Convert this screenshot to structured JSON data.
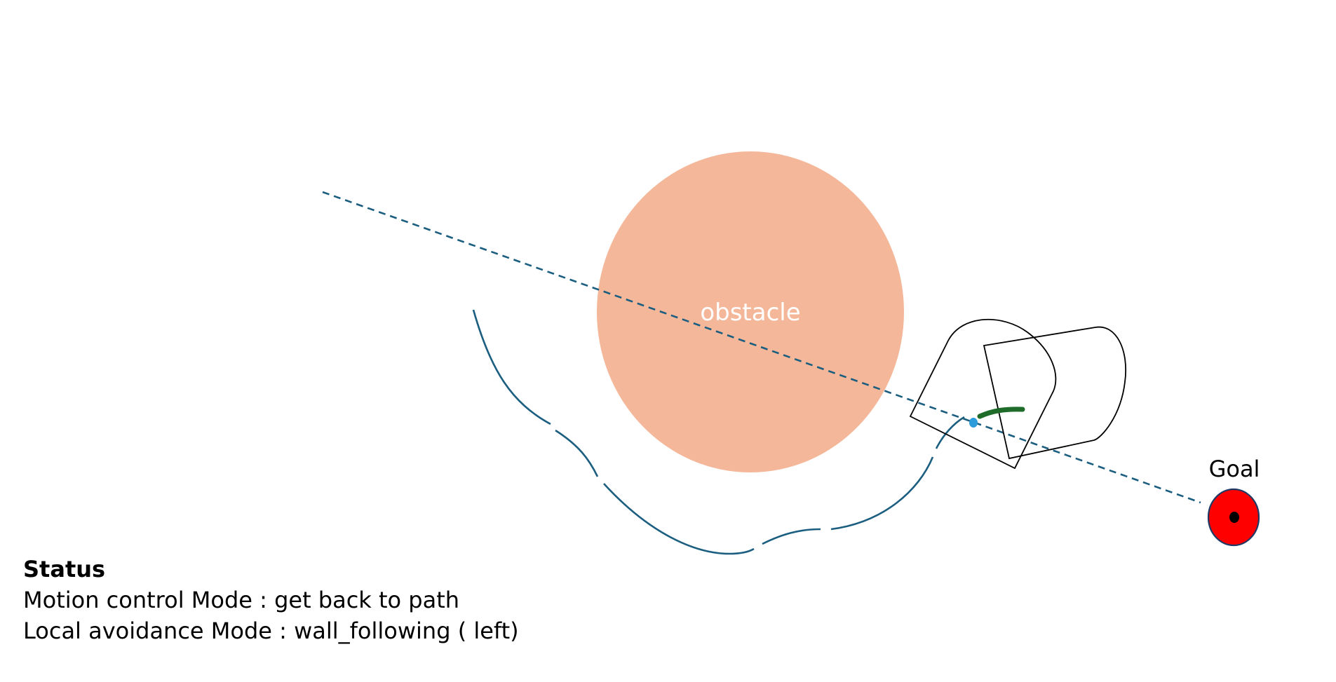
{
  "diagram": {
    "obstacle": {
      "label": "obstacle",
      "fill_color": "#F4B799",
      "label_color": "#FFFFFF"
    },
    "goal": {
      "label": "Goal",
      "fill_color": "#FF0000",
      "center_color": "#000000",
      "outline_color": "#1F3864"
    },
    "planned_path": {
      "color": "#1B5E80",
      "style": "dashed"
    },
    "robot_trajectory": {
      "color": "#1B5E80",
      "style": "segmented"
    },
    "robot": {
      "outline_color": "#000000",
      "reference_point_color": "#2D9CDB",
      "heading_arc_color": "#1E6B2A"
    }
  },
  "status": {
    "title": "Status",
    "motion_control": "Motion control Mode : get back to path",
    "local_avoidance": "Local avoidance Mode : wall_following ( left)"
  }
}
